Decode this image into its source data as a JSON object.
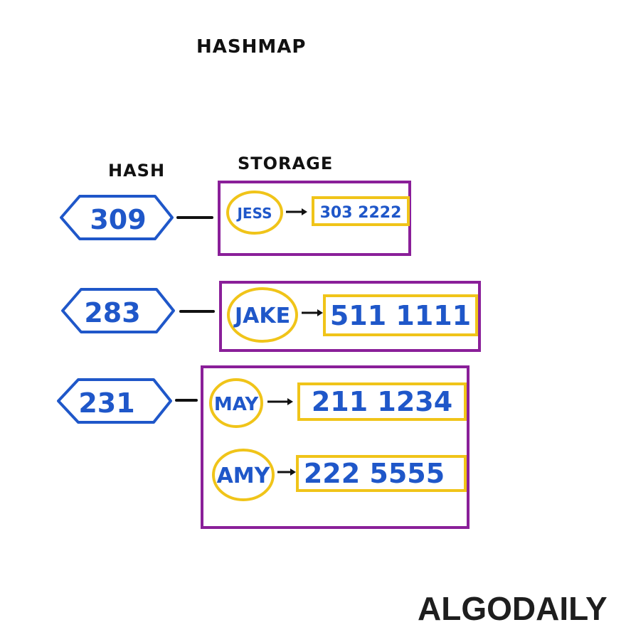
{
  "title": "HASHMAP",
  "headers": {
    "hash": "HASH",
    "storage": "STORAGE"
  },
  "colors": {
    "hash_outline": "#1f57c9",
    "text_blue": "#1f57c9",
    "bucket_outline": "#8a1f99",
    "entry_outline": "#f0c419",
    "connector": "#111111"
  },
  "buckets": [
    {
      "hash": "309",
      "entries": [
        {
          "key": "JESS",
          "value": "303 2222"
        }
      ]
    },
    {
      "hash": "283",
      "entries": [
        {
          "key": "JAKE",
          "value": "511 1111"
        }
      ]
    },
    {
      "hash": "231",
      "entries": [
        {
          "key": "MAY",
          "value": "211 1234"
        },
        {
          "key": "AMY",
          "value": "222 5555"
        }
      ]
    }
  ],
  "brand": "ALGODAILY"
}
